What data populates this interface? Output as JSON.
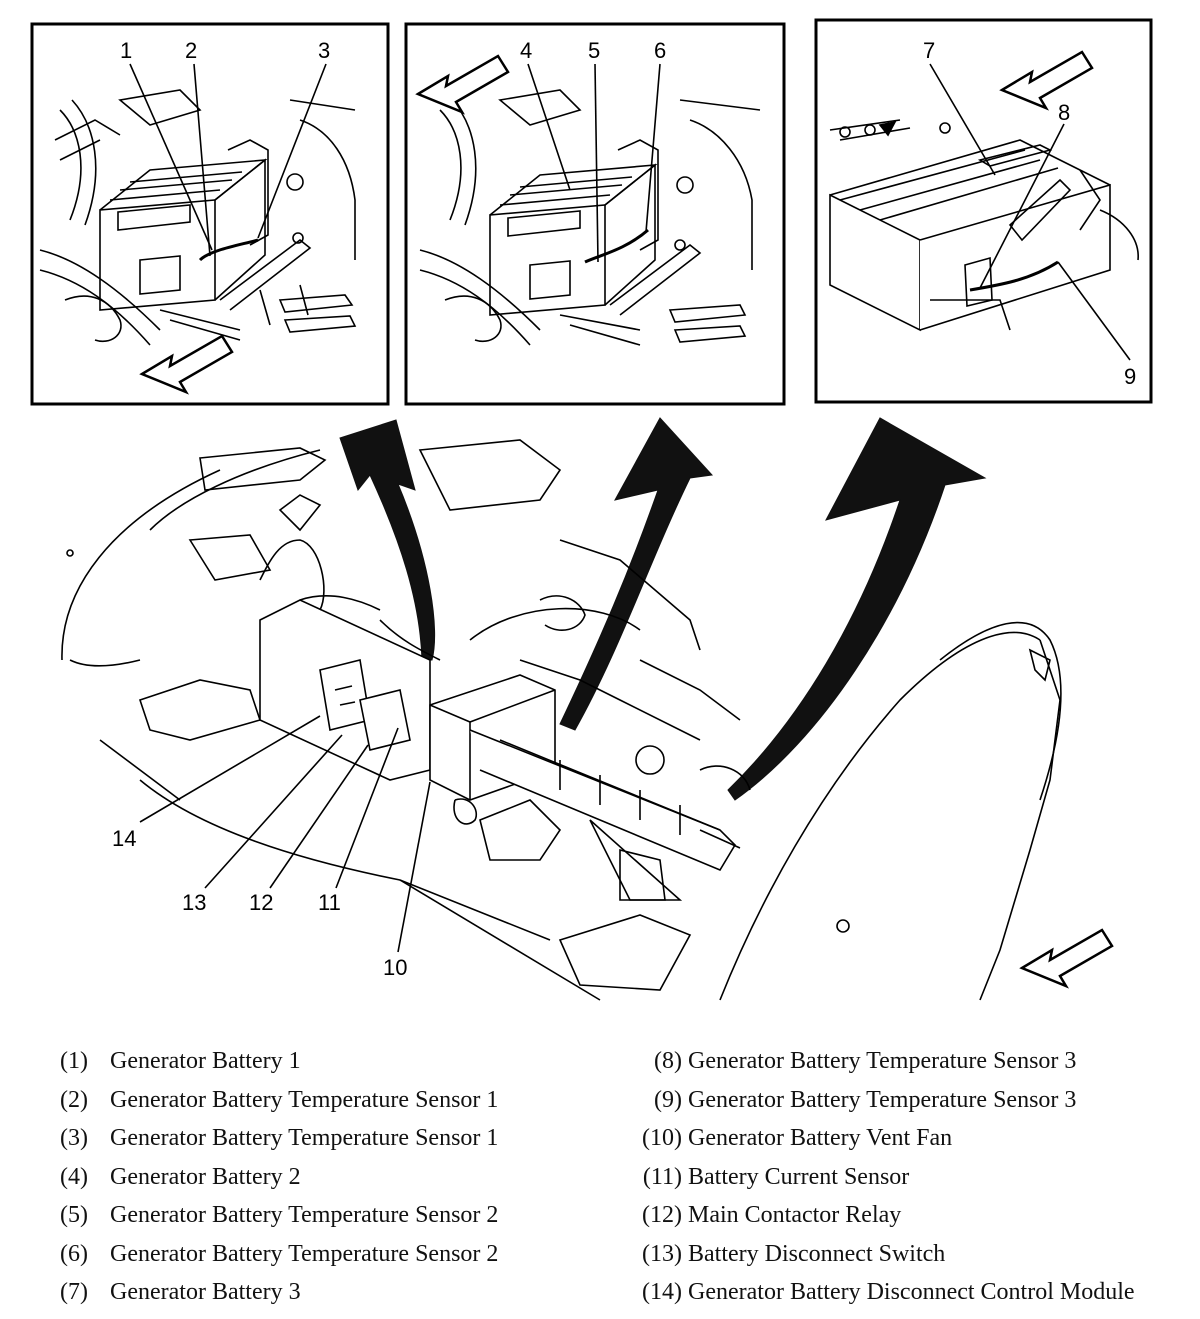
{
  "callouts": [
    "1",
    "2",
    "3",
    "4",
    "5",
    "6",
    "7",
    "8",
    "9",
    "10",
    "11",
    "12",
    "13",
    "14"
  ],
  "legend": {
    "left": [
      {
        "num": "(1)",
        "label": "Generator Battery 1"
      },
      {
        "num": "(2)",
        "label": "Generator Battery Temperature Sensor 1"
      },
      {
        "num": "(3)",
        "label": "Generator Battery Temperature Sensor 1"
      },
      {
        "num": "(4)",
        "label": "Generator Battery 2"
      },
      {
        "num": "(5)",
        "label": "Generator Battery Temperature Sensor 2"
      },
      {
        "num": "(6)",
        "label": "Generator Battery Temperature Sensor 2"
      },
      {
        "num": "(7)",
        "label": "Generator Battery 3"
      }
    ],
    "right": [
      {
        "num": "(8)",
        "label": "Generator Battery Temperature Sensor 3"
      },
      {
        "num": "(9)",
        "label": "Generator Battery Temperature Sensor 3"
      },
      {
        "num": "(10)",
        "label": "Generator Battery Vent Fan"
      },
      {
        "num": "(11)",
        "label": "Battery Current Sensor"
      },
      {
        "num": "(12)",
        "label": "Main Contactor Relay"
      },
      {
        "num": "(13)",
        "label": "Battery Disconnect Switch"
      },
      {
        "num": "(14)",
        "label": "Generator Battery Disconnect Control Module"
      }
    ]
  },
  "icons": {
    "forward_arrow": "forward-direction-arrow-icon",
    "pointer_arrow": "curved-pointer-arrow-icon"
  }
}
